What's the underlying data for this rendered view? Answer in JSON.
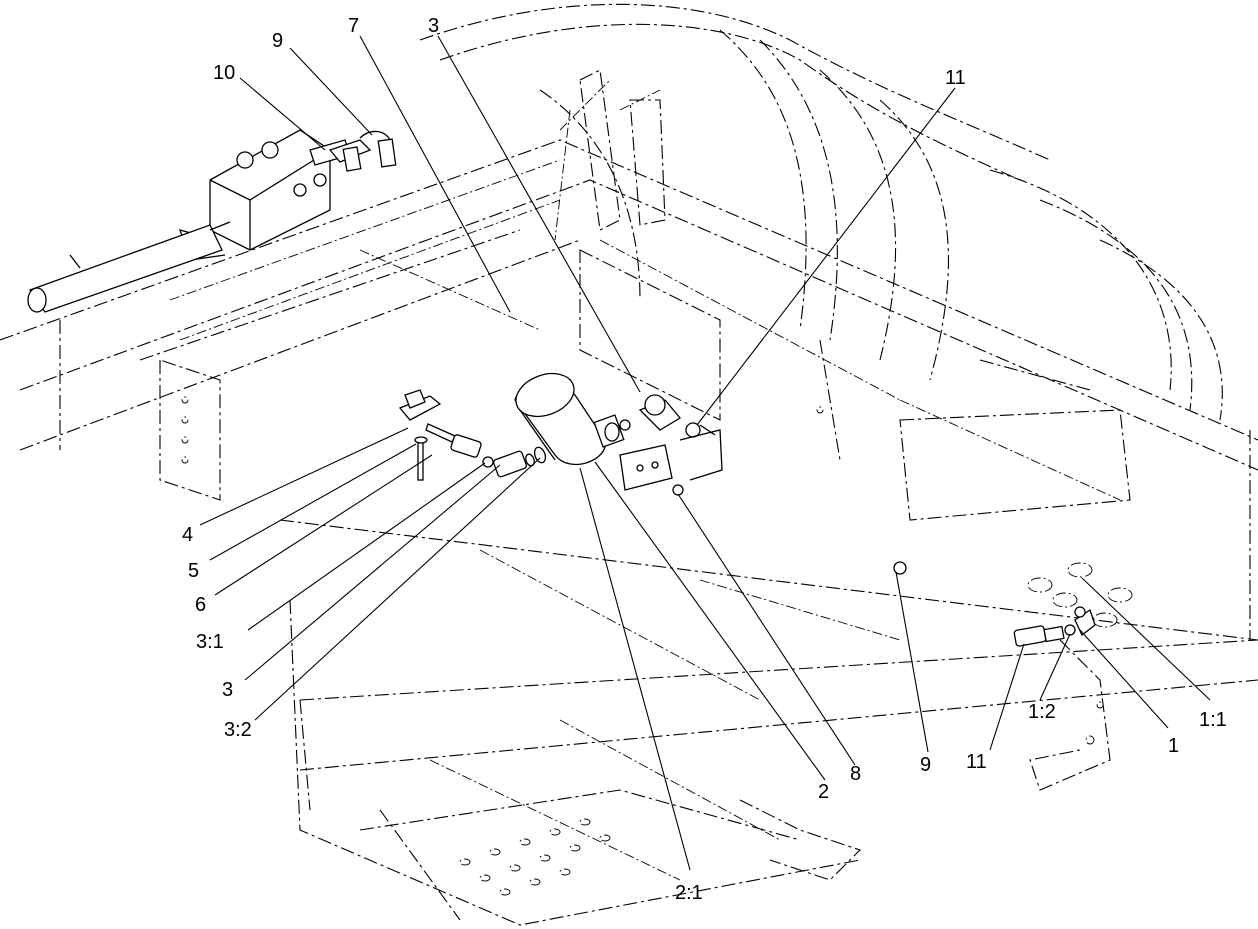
{
  "diagram": {
    "type": "exploded parts illustration",
    "line_color": "#000000",
    "background": "#ffffff"
  },
  "callouts": [
    {
      "id": "c10",
      "label": "10"
    },
    {
      "id": "c9a",
      "label": "9"
    },
    {
      "id": "c7",
      "label": "7"
    },
    {
      "id": "c3a",
      "label": "3"
    },
    {
      "id": "c11a",
      "label": "11"
    },
    {
      "id": "c4",
      "label": "4"
    },
    {
      "id": "c5",
      "label": "5"
    },
    {
      "id": "c6",
      "label": "6"
    },
    {
      "id": "c31",
      "label": "3:1"
    },
    {
      "id": "c3b",
      "label": "3"
    },
    {
      "id": "c32",
      "label": "3:2"
    },
    {
      "id": "c21",
      "label": "2:1"
    },
    {
      "id": "c2",
      "label": "2"
    },
    {
      "id": "c8",
      "label": "8"
    },
    {
      "id": "c9b",
      "label": "9"
    },
    {
      "id": "c11b",
      "label": "11"
    },
    {
      "id": "c12",
      "label": "1:2"
    },
    {
      "id": "c1",
      "label": "1"
    },
    {
      "id": "c11",
      "label": "1:1"
    }
  ]
}
